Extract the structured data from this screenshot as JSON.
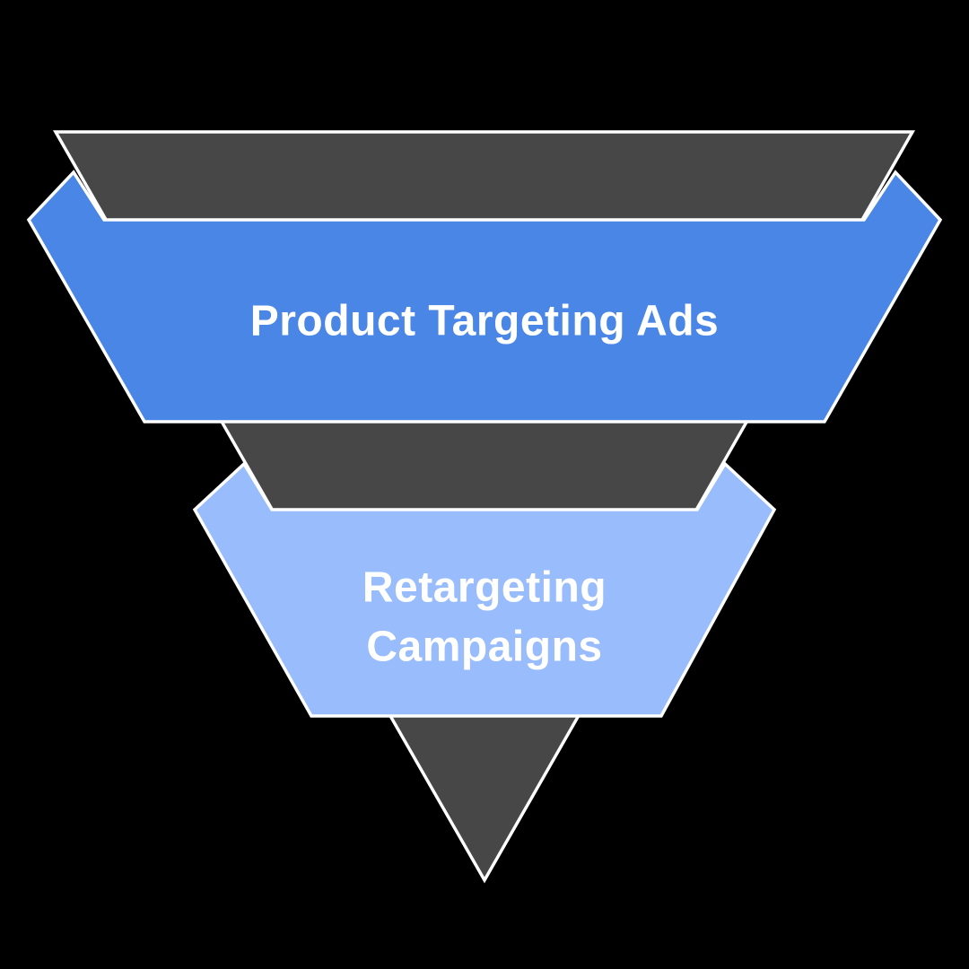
{
  "diagram": {
    "type": "inverted-funnel",
    "background_color": "#000000",
    "outline_color": "#ffffff",
    "core": {
      "name": "funnel-core",
      "fill": "#474747"
    },
    "bands": [
      {
        "label": "Product Targeting Ads",
        "lines": [
          "Product Targeting Ads"
        ],
        "fill": "#4a86e6",
        "text_color": "#ffffff"
      },
      {
        "label": "Retargeting Campaigns",
        "lines": [
          "Retargeting",
          "Campaigns"
        ],
        "fill": "#99bcfc",
        "text_color": "#ffffff"
      }
    ]
  }
}
